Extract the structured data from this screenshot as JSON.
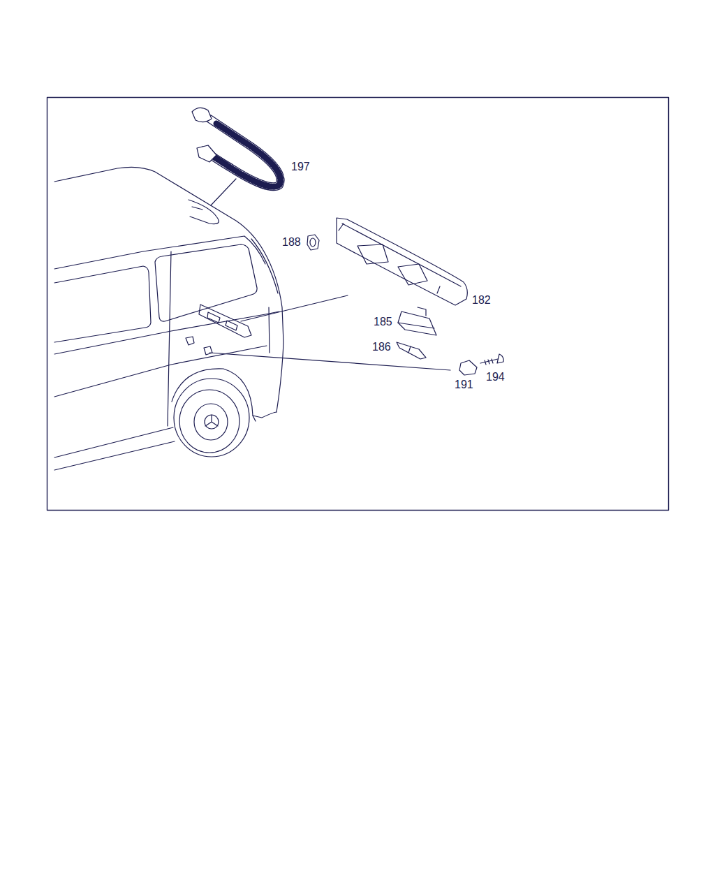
{
  "diagram": {
    "labels": [
      "197",
      "188",
      "182",
      "185",
      "186",
      "191",
      "194"
    ]
  }
}
